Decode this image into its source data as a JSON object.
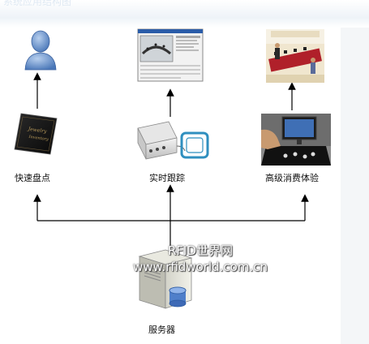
{
  "header": {
    "title": "系统应用结构图"
  },
  "nodes": {
    "left": {
      "label": "快速盘点"
    },
    "center": {
      "label": "实时跟踪"
    },
    "right": {
      "label": "高级消费体验"
    },
    "bottom": {
      "label": "服务器"
    }
  },
  "watermark": {
    "line1": "RFID世界网",
    "line2": "www.rfidworld.com.cn"
  },
  "colors": {
    "arrow": "#000000",
    "tag_antenna": "#2f8fbf"
  }
}
